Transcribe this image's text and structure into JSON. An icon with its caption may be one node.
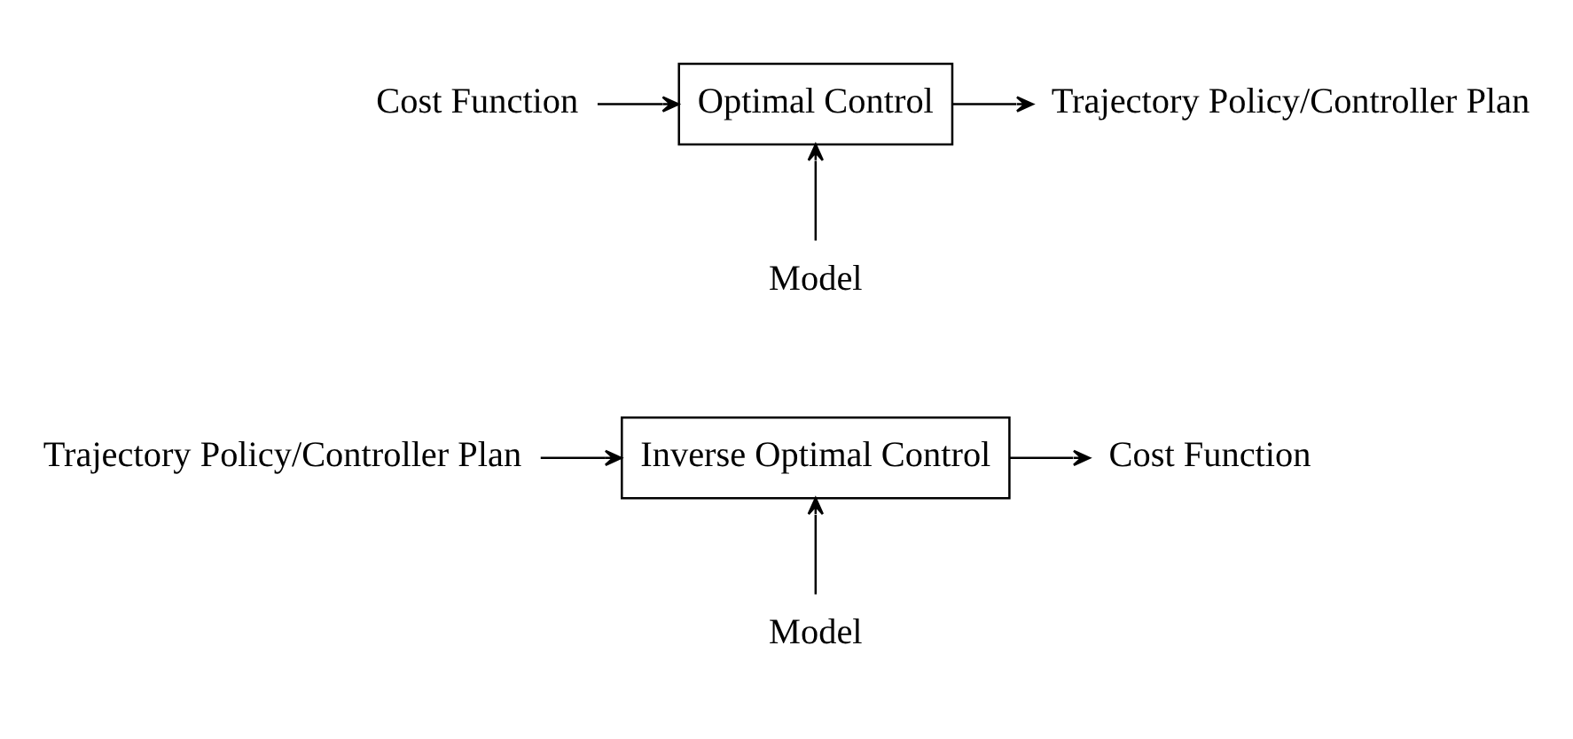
{
  "diagram": {
    "nodes": [
      {
        "text": [
          "Cost Function"
        ]
      },
      {
        "text": [
          "Optimal Control"
        ]
      },
      {
        "text": [
          "Trajectory Policy/Controller Plan"
        ]
      },
      {
        "text": [
          "Model"
        ]
      },
      {
        "text": [
          "Trajectory Policy/Controller Plan"
        ]
      },
      {
        "text": [
          "Inverse Optimal Control"
        ]
      },
      {
        "text": [
          "Cost Function"
        ]
      },
      {
        "text": [
          "Model"
        ]
      }
    ],
    "edges": [
      {
        "from": 0,
        "to": 1,
        "arrow": "to"
      },
      {
        "from": 1,
        "to": 2,
        "arrow": "to"
      },
      {
        "from": 3,
        "to": 1,
        "arrow": "to"
      },
      {
        "from": 4,
        "to": 5,
        "arrow": "to"
      },
      {
        "from": 5,
        "to": 6,
        "arrow": "to"
      },
      {
        "from": 7,
        "to": 5,
        "arrow": "to"
      }
    ]
  }
}
